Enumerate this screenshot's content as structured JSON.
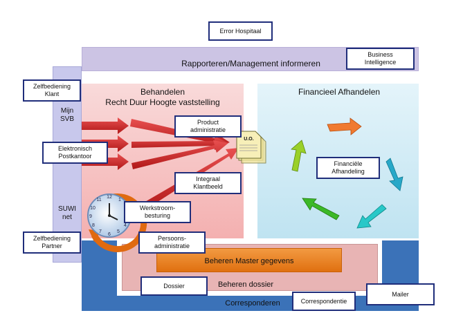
{
  "colors": {
    "box_border": "#1f2d7a",
    "rapporteren_band": "#ccc4e4",
    "left_column": "#c8c8ec",
    "behandelen_area": "#f4b0b0",
    "financieel_area": "#c8e8f4",
    "bottom_band": "#3b72b8",
    "master_gegevens": "#ea7a10",
    "beheren_dossier": "#e8b4b4",
    "red_arrows": "#c62828",
    "cycle_arrows": [
      "#f07a30",
      "#28a8c8",
      "#9ad028",
      "#3cb828",
      "#28c8c8"
    ]
  },
  "labels": {
    "error_hospitaal": "Error Hospitaal",
    "rapporteren": "Rapporteren/Management informeren",
    "business_intelligence": [
      "Business",
      "Intelligence"
    ],
    "zelfbediening_klant": [
      "Zelfbediening",
      "Klant"
    ],
    "mijn_svb": [
      "Mijn",
      "SVB"
    ],
    "behandelen": [
      "Behandelen",
      "Recht Duur Hoogte vaststelling"
    ],
    "financieel_afhandelen": "Financieel Afhandelen",
    "product_administratie": [
      "Product",
      "administratie"
    ],
    "elektronisch_postkantoor": [
      "Elektronisch",
      "Postkantoor"
    ],
    "uo_document": "U.O.",
    "financiele_afhandeling": [
      "Financiële",
      "Afhandeling"
    ],
    "integraal_klantbeeld": [
      "Integraal",
      "Klantbeeld"
    ],
    "werkstroom_besturing": [
      "Werkstroom-",
      "besturing"
    ],
    "suwi_net": [
      "SUWI",
      "net"
    ],
    "zelfbediening_partner": [
      "Zelfbediening",
      "Partner"
    ],
    "persoons_administratie": [
      "Persoons-",
      "administratie"
    ],
    "beheren_master_gegevens": "Beheren Master gegevens",
    "dossier": "Dossier",
    "beheren_dossier": "Beheren dossier",
    "mailer": "Mailer",
    "correspondentie": "Correspondentie",
    "corresponderen": "Corresponderen"
  },
  "icons": [
    "clock-icon",
    "document-icon",
    "red-arrow-icon",
    "cycle-arrow-icon"
  ]
}
